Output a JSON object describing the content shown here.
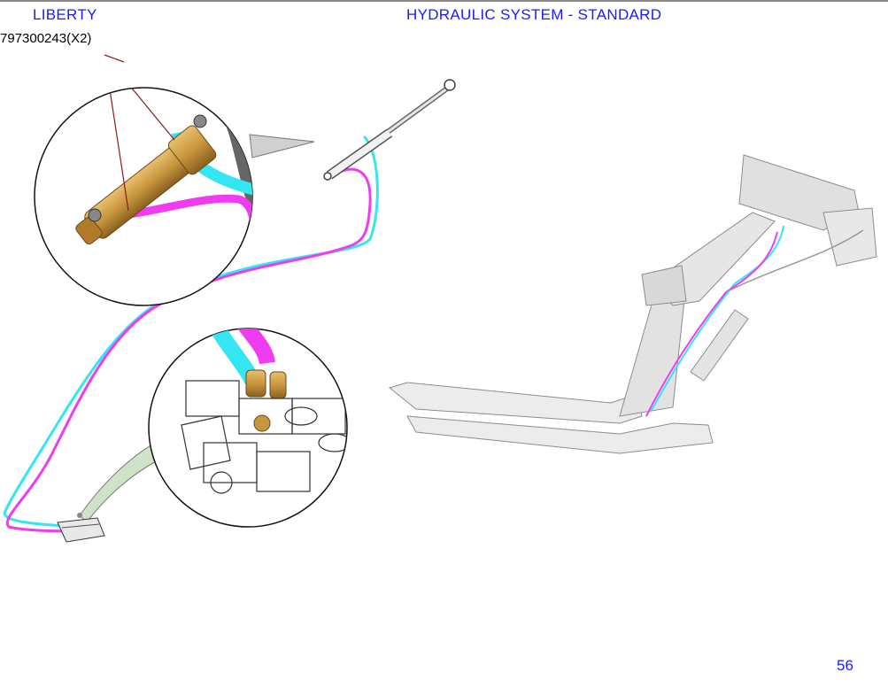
{
  "header": {
    "brand": "LIBERTY",
    "title": "HYDRAULIC SYSTEM - STANDARD"
  },
  "callout": {
    "part_number": "797300243(X2)"
  },
  "footer": {
    "page_number": "56"
  },
  "colors": {
    "title_blue": "#1a1aff",
    "hose_cyan": "#33e6f2",
    "hose_magenta": "#f03cf0",
    "leader_line": "#8b1a1a",
    "cylinder_brass": "#c8963c"
  },
  "icons": [
    "hydraulic-cylinder-icon",
    "control-valve-icon",
    "loader-frame-icon"
  ]
}
